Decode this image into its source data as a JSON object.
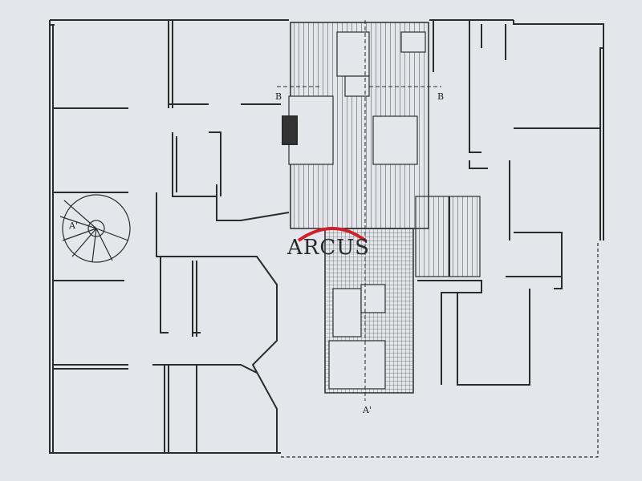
{
  "drawing": {
    "type": "floor-plan",
    "colors": {
      "paper": "#e4e6ec",
      "line": "#2b2b2b",
      "logo_arc": "#d0202a"
    }
  },
  "watermark": {
    "logo_text": "ARCUS"
  },
  "section_markers": {
    "b_left": "B",
    "b_right": "B",
    "a_top": "A'",
    "a_bottom": "A'"
  }
}
